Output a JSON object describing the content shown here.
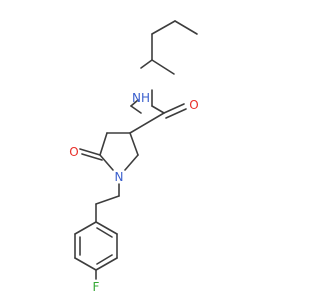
{
  "molecule": {
    "atoms": {
      "O_amide": {
        "symbol": "O",
        "color": "#e8302a"
      },
      "NH_amide": {
        "symbol": "NH",
        "color": "#3a5fcd"
      },
      "N_ring": {
        "symbol": "N",
        "color": "#3a5fcd"
      },
      "O_lactam": {
        "symbol": "O",
        "color": "#e8302a"
      },
      "F": {
        "symbol": "F",
        "color": "#35a835"
      }
    },
    "bond_color": "#3d3d3d"
  }
}
